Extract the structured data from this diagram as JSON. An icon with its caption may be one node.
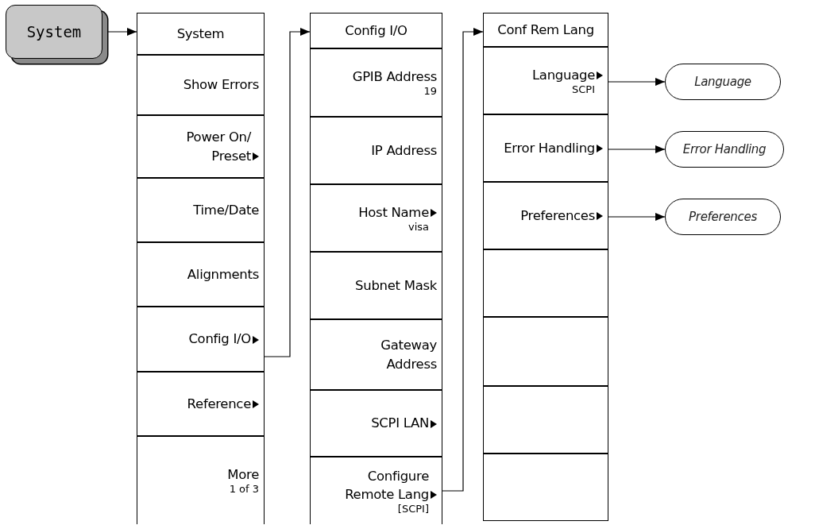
{
  "diagram": {
    "nodes": [
      {
        "text": [
          "System"
        ]
      },
      {
        "text": [
          "System"
        ]
      },
      {
        "text": [
          "Show Errors"
        ]
      },
      {
        "text": [
          "Power On/ Preset"
        ]
      },
      {
        "text": [
          "Time/Date"
        ]
      },
      {
        "text": [
          "Alignments"
        ]
      },
      {
        "text": [
          "Config I/O"
        ]
      },
      {
        "text": [
          "Reference"
        ]
      },
      {
        "text": [
          "More",
          "1 of 3"
        ]
      },
      {
        "text": [
          "Config I/O"
        ]
      },
      {
        "text": [
          "GPIB Address",
          "19"
        ]
      },
      {
        "text": [
          "IP Address"
        ]
      },
      {
        "text": [
          "Host Name",
          "visa"
        ]
      },
      {
        "text": [
          "Subnet Mask"
        ]
      },
      {
        "text": [
          "Gateway Address"
        ]
      },
      {
        "text": [
          "SCPI LAN"
        ]
      },
      {
        "text": [
          "Configure Remote Lang",
          "[SCPI]"
        ]
      },
      {
        "text": [
          "Conf Rem Lang"
        ]
      },
      {
        "text": [
          "Language",
          "SCPI"
        ]
      },
      {
        "text": [
          "Error Handling"
        ]
      },
      {
        "text": [
          "Preferences"
        ]
      },
      {
        "text": [],
        "shape": "box"
      },
      {
        "text": [],
        "shape": "box"
      },
      {
        "text": [],
        "shape": "box"
      },
      {
        "text": [],
        "shape": "box"
      },
      {
        "text": [
          "Language"
        ]
      },
      {
        "text": [
          "Error Handling"
        ]
      },
      {
        "text": [
          "Preferences"
        ]
      }
    ],
    "edges": [
      {
        "from": 0,
        "to": 1,
        "arrow": "to"
      },
      {
        "from": 6,
        "to": 9,
        "arrow": "to"
      },
      {
        "from": 16,
        "to": 17,
        "arrow": "to"
      },
      {
        "from": 18,
        "to": 25,
        "arrow": "to"
      },
      {
        "from": 19,
        "to": 26,
        "arrow": "to"
      },
      {
        "from": 20,
        "to": 27,
        "arrow": "to"
      }
    ]
  }
}
